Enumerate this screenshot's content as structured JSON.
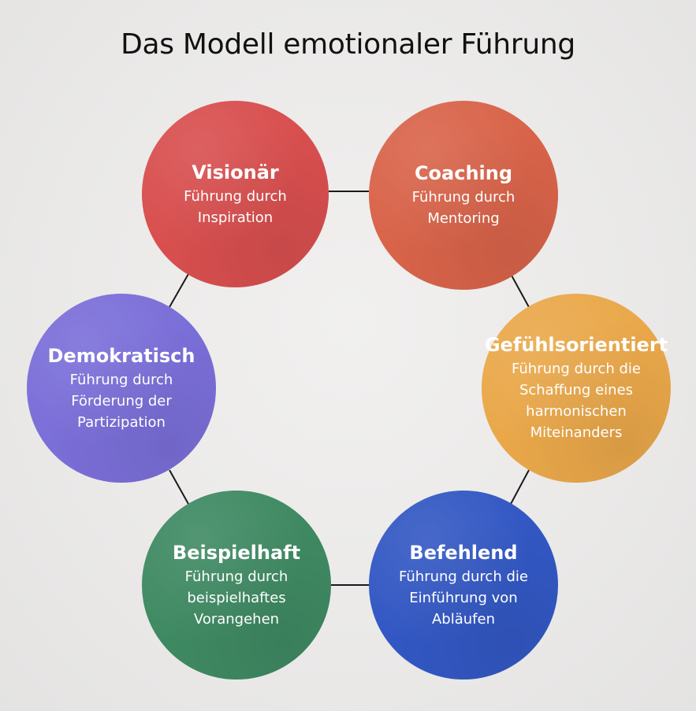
{
  "title": "Das Modell emotionaler Führung",
  "styles": [
    {
      "id": "visionaer",
      "name": "Visionär",
      "description": "Führung durch\nInspiration",
      "color": "#d94f4f"
    },
    {
      "id": "coaching",
      "name": "Coaching",
      "description": "Führung durch\nMentoring",
      "color": "#d9644a"
    },
    {
      "id": "gefuehl",
      "name": "Gefühlsorientiert",
      "description": "Führung durch die\nSchaffung eines\nharmonischen\nMiteinanders",
      "color": "#eaa84a"
    },
    {
      "id": "befehlend",
      "name": "Befehlend",
      "description": "Führung durch die\nEinführung von\nAbläufen",
      "color": "#3358c4"
    },
    {
      "id": "beispiel",
      "name": "Beispielhaft",
      "description": "Führung durch\nbeispielhaftes\nVorangehen",
      "color": "#3f8a63"
    },
    {
      "id": "demokratisch",
      "name": "Demokratisch",
      "description": "Führung durch\nFörderung der\nPartizipation",
      "color": "#7b6fd9"
    }
  ],
  "connector_color": "#1a1a1a"
}
